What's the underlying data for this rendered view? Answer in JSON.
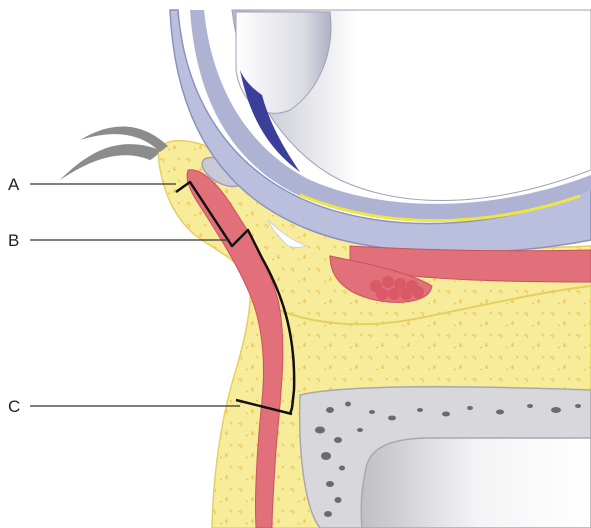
{
  "labels": {
    "a": "A",
    "b": "B",
    "c": "C"
  },
  "colors": {
    "fat": "#f7ec9a",
    "fat_outline": "#e6cf62",
    "fat_dots": "#f4c659",
    "muscle": "#e1707a",
    "globe_sclera": "#b9bfdc",
    "globe_inner": "#ececf1",
    "eyelash": "#8c8c8c",
    "bone": "#d8d8dc",
    "marker_line": "#111111",
    "yellow_rim": "#f0e640",
    "dark_blue": "#3b3f99"
  }
}
